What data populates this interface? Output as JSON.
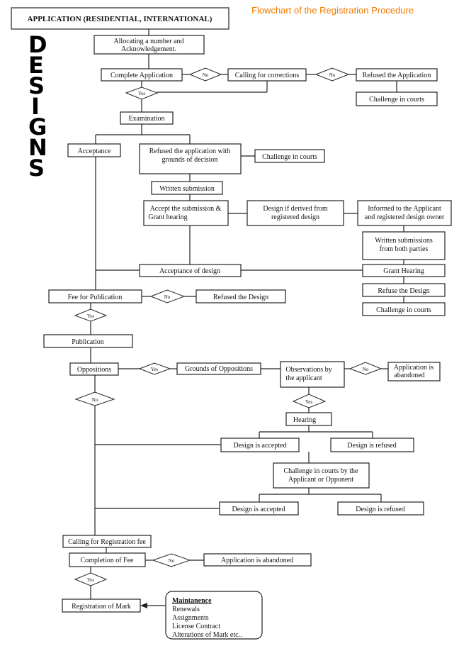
{
  "header": {
    "chart_title": "Flowchart of the Registration Procedure",
    "side_letters": [
      "D",
      "E",
      "S",
      "I",
      "G",
      "N",
      "S"
    ]
  },
  "nodes": {
    "application": "APPLICATION (RESIDENTIAL, INTERNATIONAL)",
    "allocating": [
      "Allocating a number and",
      "Acknowledgement."
    ],
    "complete_application": "Complete Application",
    "calling_corrections": "Calling for corrections",
    "refused_application": "Refused the Application",
    "challenge_courts_1": "Challenge in courts",
    "examination": "Examination",
    "acceptance": "Acceptance",
    "refused_grounds": [
      "Refused the application with",
      "grounds of decision"
    ],
    "challenge_courts_2": "Challenge in courts",
    "written_submission": "Written submission",
    "accept_submission": [
      "Accept the submission &",
      "Grant hearing"
    ],
    "design_derived": [
      "Design if derived from",
      "registered design"
    ],
    "informed_applicant": [
      "Informed to the Applicant",
      "and registered design owner"
    ],
    "written_submissions_both": [
      "Written submissions",
      "from both parties"
    ],
    "acceptance_of_design": "Acceptance of design",
    "grant_hearing": "Grant Hearing",
    "fee_publication": "Fee for Publication",
    "refused_design": "Refused the Design",
    "refuse_design": "Refuse the Design",
    "challenge_courts_3": "Challenge in courts",
    "publication": "Publication",
    "oppositions": "Oppositions",
    "grounds_oppositions": "Grounds of Oppositions",
    "observations": [
      "Observations by",
      "the applicant"
    ],
    "application_abandoned_1": [
      "Application is",
      "abandoned"
    ],
    "hearing": "Hearing",
    "design_accepted_1": "Design is accepted",
    "design_refused_1": "Design is refused",
    "challenge_applicant_opponent": [
      "Challenge in courts by the",
      "Applicant or Opponent"
    ],
    "design_accepted_2": "Design is accepted",
    "design_refused_2": "Design is refused",
    "calling_registration_fee": "Calling for Registration fee",
    "completion_fee": "Completion of  Fee",
    "application_abandoned_2": "Application is abandoned",
    "registration_mark": "Registration of Mark",
    "maintenance": {
      "heading": "Maintanence",
      "items": [
        "Renewals",
        "Assignments",
        "License Contract",
        "Alterations of Mark etc.."
      ]
    }
  },
  "decisions": {
    "no_1": "No",
    "no_2": "No",
    "yes_1": "Yes",
    "no_3": "No",
    "yes_2": "Yes",
    "yes_3": "Yes",
    "no_4": "No",
    "no_5": "No",
    "yes_4": "Yes",
    "no_6": "No",
    "yes_5": "Yes"
  }
}
